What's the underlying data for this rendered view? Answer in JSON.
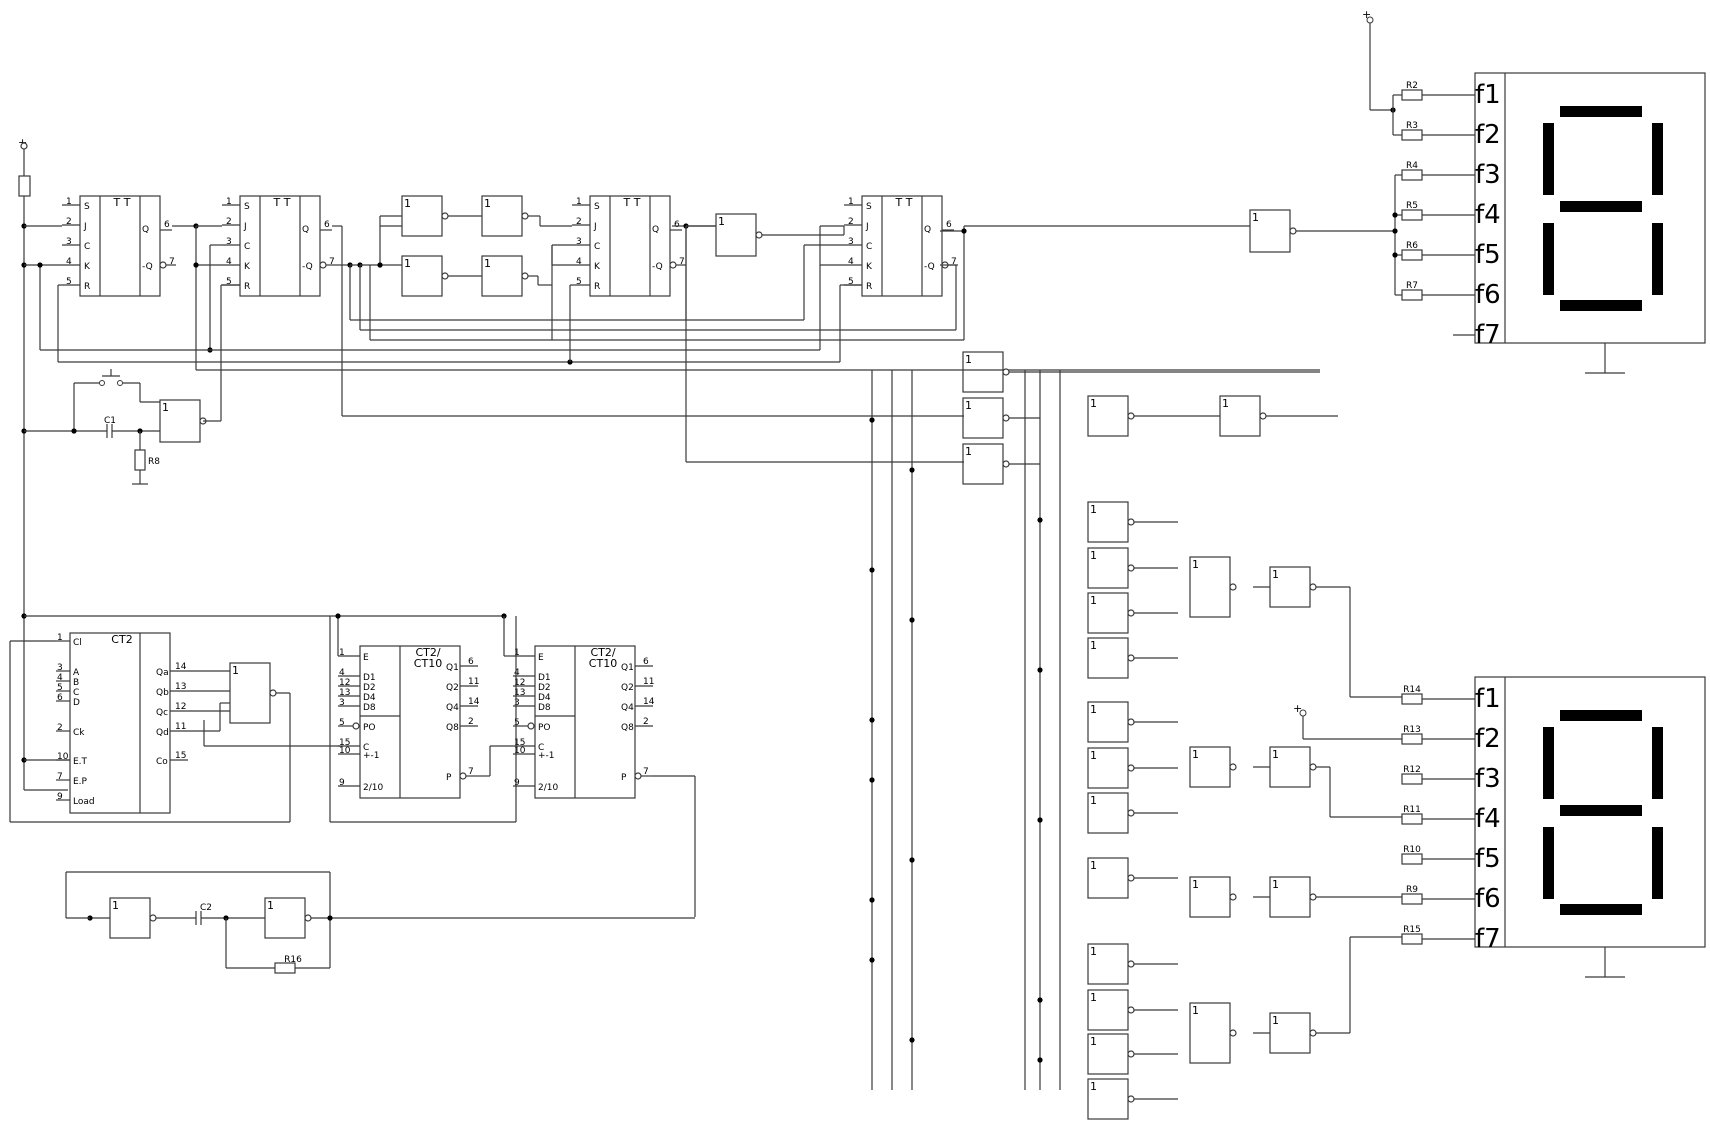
{
  "supply_symbol": "+",
  "gates": {
    "inverter_label": "1"
  },
  "flipflops": {
    "title": "T T",
    "pins": [
      {
        "n": "1",
        "l": "S"
      },
      {
        "n": "2",
        "l": "J"
      },
      {
        "n": "3",
        "l": "C"
      },
      {
        "n": "4",
        "l": "K"
      },
      {
        "n": "5",
        "l": "R"
      }
    ],
    "out_q": "Q",
    "out_nq": "-Q",
    "out_q_num": "6",
    "out_nq_num": "7"
  },
  "ct2": {
    "title": "CT2",
    "left_pins": [
      {
        "n": "1",
        "l": "Cl"
      },
      {
        "n": "3",
        "l": "A"
      },
      {
        "n": "4",
        "l": "B"
      },
      {
        "n": "5",
        "l": "C"
      },
      {
        "n": "6",
        "l": "D"
      },
      {
        "n": "2",
        "l": "Ck"
      },
      {
        "n": "10",
        "l": "E.T"
      },
      {
        "n": "7",
        "l": "E.P"
      },
      {
        "n": "9",
        "l": "Load"
      }
    ],
    "right_pins": [
      {
        "n": "14",
        "l": "Qa"
      },
      {
        "n": "13",
        "l": "Qb"
      },
      {
        "n": "12",
        "l": "Qc"
      },
      {
        "n": "11",
        "l": "Qd"
      },
      {
        "n": "15",
        "l": "Co"
      }
    ]
  },
  "ct10": {
    "title": "CT2/ CT10",
    "left_pins": [
      {
        "n": "1",
        "l": "E"
      },
      {
        "n": "4",
        "l": "D1"
      },
      {
        "n": "12",
        "l": "D2"
      },
      {
        "n": "13",
        "l": "D4"
      },
      {
        "n": "3",
        "l": "D8"
      },
      {
        "n": "5",
        "l": "PO"
      },
      {
        "n": "15",
        "l": "C"
      },
      {
        "n": "10",
        "l": "+-1"
      },
      {
        "n": "9",
        "l": "2/10"
      }
    ],
    "right_pins": [
      {
        "n": "6",
        "l": "Q1"
      },
      {
        "n": "11",
        "l": "Q2"
      },
      {
        "n": "14",
        "l": "Q4"
      },
      {
        "n": "2",
        "l": "Q8"
      },
      {
        "n": "7",
        "l": "P"
      }
    ]
  },
  "capacitors": [
    "C1",
    "C2"
  ],
  "resistors_misc": [
    "R8",
    "R16"
  ],
  "display1": {
    "pins": [
      "f1",
      "f2",
      "f3",
      "f4",
      "f5",
      "f6",
      "f7"
    ],
    "resistors": [
      "R2",
      "R3",
      "R4",
      "R5",
      "R6",
      "R7"
    ]
  },
  "display2": {
    "pins": [
      "f1",
      "f2",
      "f3",
      "f4",
      "f5",
      "f6",
      "f7"
    ],
    "resistors": [
      "R14",
      "R13",
      "R12",
      "R11",
      "R10",
      "R9",
      "R15"
    ]
  }
}
